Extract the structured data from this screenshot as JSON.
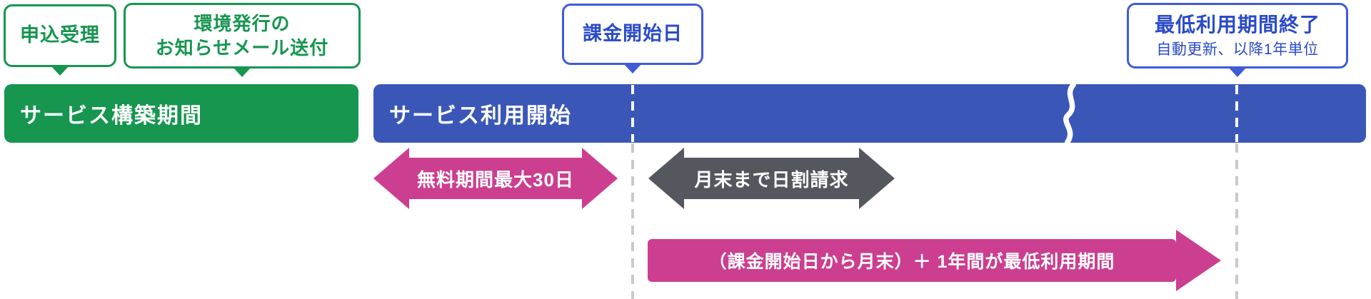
{
  "colors": {
    "green": "#16964F",
    "blue_bar": "#3A57B8",
    "blue_border": "#3F5CD6",
    "blue_text": "#2B4BC8",
    "pink": "#CC3E8F",
    "gray_arrow": "#55575E",
    "dash_gray": "#C9C9CE",
    "background": "#FFFFFF"
  },
  "callouts": {
    "application": {
      "label": "申込受理"
    },
    "env_mail": {
      "line1": "環境発行の",
      "line2": "お知らせメール送付"
    },
    "billing_start": {
      "label": "課金開始日"
    },
    "min_period_end": {
      "title": "最低利用期間終了",
      "subtitle": "自動更新、以降1年単位"
    }
  },
  "bars": {
    "construction": {
      "label": "サービス構築期間"
    },
    "usage": {
      "label": "サービス利用開始"
    }
  },
  "arrows": {
    "free_period": {
      "label": "無料期間最大30日"
    },
    "prorated_billing": {
      "label": "月末まで日割請求"
    },
    "minimum_period": {
      "label": "（課金開始日から月末）＋ 1年間が最低利用期間"
    }
  }
}
